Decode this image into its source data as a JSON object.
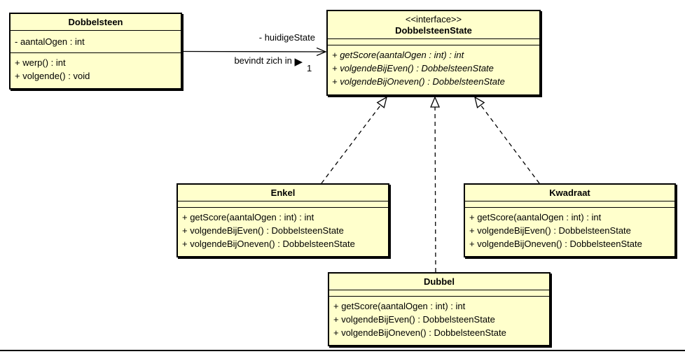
{
  "diagram": {
    "classes": {
      "dobbelsteen": {
        "name": "Dobbelsteen",
        "attributes": [
          "- aantalOgen : int"
        ],
        "methods": [
          "+ werp() : int",
          "+ volgende() : void"
        ]
      },
      "dobbelsteenstate": {
        "stereotype": "<<interface>>",
        "name": "DobbelsteenState",
        "methods": [
          "+ getScore(aantalOgen : int) : int",
          "+ volgendeBijEven() : DobbelsteenState",
          "+ volgendeBijOneven() : DobbelsteenState"
        ]
      },
      "enkel": {
        "name": "Enkel",
        "methods": [
          "+ getScore(aantalOgen : int) : int",
          "+ volgendeBijEven() : DobbelsteenState",
          "+ volgendeBijOneven() : DobbelsteenState"
        ]
      },
      "kwadraat": {
        "name": "Kwadraat",
        "methods": [
          "+ getScore(aantalOgen : int) : int",
          "+ volgendeBijEven() : DobbelsteenState",
          "+ volgendeBijOneven() : DobbelsteenState"
        ]
      },
      "dubbel": {
        "name": "Dubbel",
        "methods": [
          "+ getScore(aantalOgen : int) : int",
          "+ volgendeBijEven() : DobbelsteenState",
          "+ volgendeBijOneven() : DobbelsteenState"
        ]
      }
    },
    "association": {
      "role_name": "- huidigeState",
      "name_label": "bevindt zich in",
      "direction_icon": "▶",
      "multiplicity": "1"
    },
    "colors": {
      "class_fill": "#ffffcc",
      "border": "#000000"
    }
  }
}
